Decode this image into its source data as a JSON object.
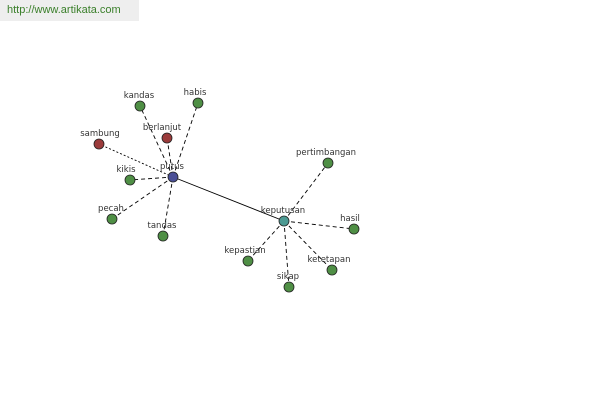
{
  "watermark": {
    "text": "http://www.artikata.com",
    "color": "#3a7f2a"
  },
  "graph": {
    "colors": {
      "hub_putus": "#4a4f96",
      "hub_keputusan": "#4c9a93",
      "green": "#4f8f45",
      "red": "#9b3b3b",
      "edge": "#000000"
    },
    "nodes": [
      {
        "id": "putus",
        "label": "putus",
        "color": "hub_putus"
      },
      {
        "id": "keputusan",
        "label": "keputusan",
        "color": "hub_keputusan"
      },
      {
        "id": "kandas",
        "label": "kandas",
        "color": "green"
      },
      {
        "id": "habis",
        "label": "habis",
        "color": "green"
      },
      {
        "id": "berlanjut",
        "label": "berlanjut",
        "color": "red"
      },
      {
        "id": "sambung",
        "label": "sambung",
        "color": "red"
      },
      {
        "id": "kikis",
        "label": "kikis",
        "color": "green"
      },
      {
        "id": "pecah",
        "label": "pecah",
        "color": "green"
      },
      {
        "id": "tandas",
        "label": "tandas",
        "color": "green"
      },
      {
        "id": "pertimbangan",
        "label": "pertimbangan",
        "color": "green"
      },
      {
        "id": "hasil",
        "label": "hasil",
        "color": "green"
      },
      {
        "id": "kepastian",
        "label": "kepastian",
        "color": "green"
      },
      {
        "id": "ketetapan",
        "label": "ketetapan",
        "color": "green"
      },
      {
        "id": "sikap",
        "label": "sikap",
        "color": "green"
      }
    ],
    "edges": [
      {
        "from": "putus",
        "to": "keputusan",
        "style": "solid"
      },
      {
        "from": "putus",
        "to": "kandas",
        "style": "dashed"
      },
      {
        "from": "putus",
        "to": "habis",
        "style": "dashed"
      },
      {
        "from": "putus",
        "to": "berlanjut",
        "style": "dashed"
      },
      {
        "from": "putus",
        "to": "sambung",
        "style": "dotted"
      },
      {
        "from": "putus",
        "to": "kikis",
        "style": "dashed"
      },
      {
        "from": "putus",
        "to": "pecah",
        "style": "dashed"
      },
      {
        "from": "putus",
        "to": "tandas",
        "style": "dashed"
      },
      {
        "from": "keputusan",
        "to": "pertimbangan",
        "style": "dashed"
      },
      {
        "from": "keputusan",
        "to": "hasil",
        "style": "dashed"
      },
      {
        "from": "keputusan",
        "to": "kepastian",
        "style": "dashed"
      },
      {
        "from": "keputusan",
        "to": "ketetapan",
        "style": "dashed"
      },
      {
        "from": "keputusan",
        "to": "sikap",
        "style": "dashed"
      }
    ]
  }
}
